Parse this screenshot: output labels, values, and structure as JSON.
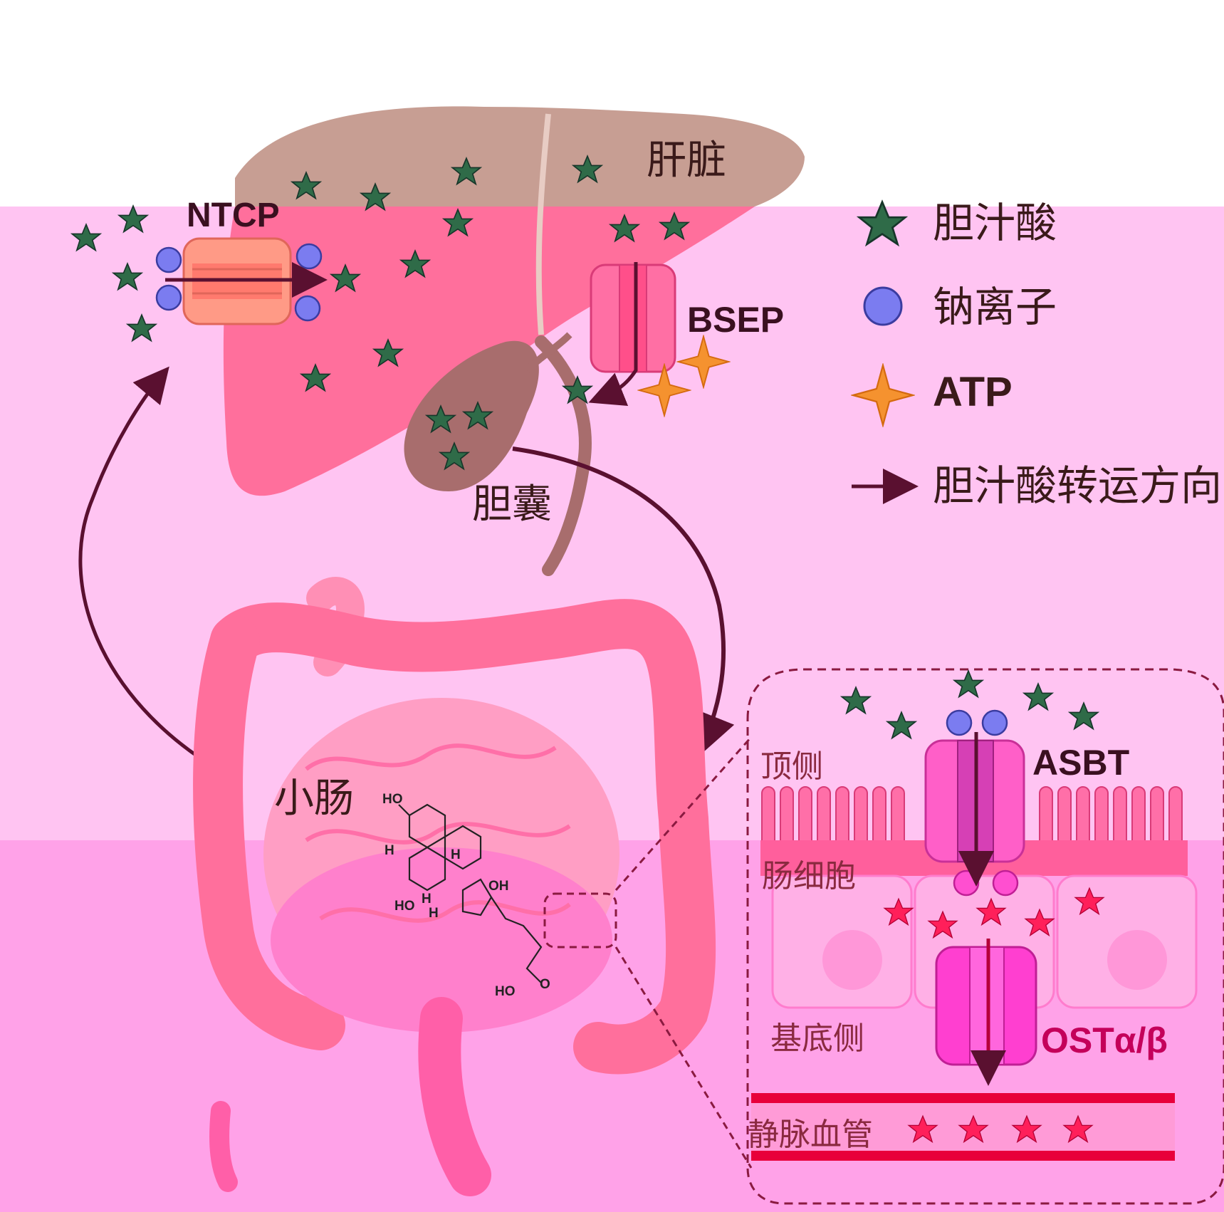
{
  "labels": {
    "liver": "肝脏",
    "gallbladder": "胆囊",
    "small_intestine": "小肠",
    "apical": "顶侧",
    "enterocyte": "肠细胞",
    "basolateral": "基底侧",
    "vein": "静脉血管"
  },
  "transporters": {
    "ntcp": "NTCP",
    "bsep": "BSEP",
    "asbt": "ASBT",
    "ost": "OSTα/β"
  },
  "legend": [
    {
      "symbol": "star-icon",
      "label": "胆汁酸"
    },
    {
      "symbol": "circle-icon",
      "label": "钠离子"
    },
    {
      "symbol": "spark-icon",
      "label": "ATP"
    },
    {
      "symbol": "arrow-icon",
      "label": "胆汁酸转运方向"
    }
  ],
  "molecule": {
    "ho_top": "HO",
    "h_left": "H",
    "h_right": "H",
    "oh": "OH",
    "ho_bottom": "HO",
    "h_bottom1": "H",
    "h_bottom2": "H",
    "ho_acid": "HO",
    "o_acid": "O"
  },
  "colors": {
    "bile_acid_star": "#2f6b48",
    "sodium": "#7b7cf0",
    "atp": "#f5922f",
    "arrow": "#5a1030",
    "liver": "#ff6f9c",
    "intestine": "#ff8fc8",
    "vein_star": "#ff1f5a"
  }
}
